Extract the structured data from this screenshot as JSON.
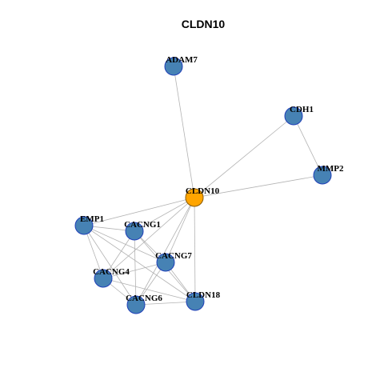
{
  "title": "CLDN10",
  "colors": {
    "hub_fill": "#FFA500",
    "hub_stroke": "#8B5A00",
    "node_fill": "#4682B4",
    "node_stroke": "#1f3fb8",
    "edge": "#b3b3b3",
    "background": "#ffffff"
  },
  "nodes": [
    {
      "id": "ADAM7",
      "label": "ADAM7",
      "hub": false
    },
    {
      "id": "CDH1",
      "label": "CDH1",
      "hub": false
    },
    {
      "id": "MMP2",
      "label": "MMP2",
      "hub": false
    },
    {
      "id": "CLDN10",
      "label": "CLDN10",
      "hub": true
    },
    {
      "id": "EMP1",
      "label": "EMP1",
      "hub": false
    },
    {
      "id": "CACNG1",
      "label": "CACNG1",
      "hub": false
    },
    {
      "id": "CACNG7",
      "label": "CACNG7",
      "hub": false
    },
    {
      "id": "CACNG4",
      "label": "CACNG4",
      "hub": false
    },
    {
      "id": "CLDN18",
      "label": "CLDN18",
      "hub": false
    },
    {
      "id": "CACNG6",
      "label": "CACNG6",
      "hub": false
    }
  ],
  "edges": [
    [
      "ADAM7",
      "CLDN10"
    ],
    [
      "CDH1",
      "CLDN10"
    ],
    [
      "CDH1",
      "MMP2"
    ],
    [
      "MMP2",
      "CLDN10"
    ],
    [
      "CLDN10",
      "EMP1"
    ],
    [
      "CLDN10",
      "CACNG1"
    ],
    [
      "CLDN10",
      "CACNG7"
    ],
    [
      "CLDN10",
      "CACNG4"
    ],
    [
      "CLDN10",
      "CLDN18"
    ],
    [
      "CLDN10",
      "CACNG6"
    ],
    [
      "EMP1",
      "CACNG1"
    ],
    [
      "EMP1",
      "CACNG7"
    ],
    [
      "EMP1",
      "CACNG4"
    ],
    [
      "EMP1",
      "CACNG6"
    ],
    [
      "EMP1",
      "CLDN18"
    ],
    [
      "CACNG1",
      "CACNG7"
    ],
    [
      "CACNG1",
      "CACNG4"
    ],
    [
      "CACNG1",
      "CACNG6"
    ],
    [
      "CACNG1",
      "CLDN18"
    ],
    [
      "CACNG7",
      "CACNG4"
    ],
    [
      "CACNG7",
      "CACNG6"
    ],
    [
      "CACNG7",
      "CLDN18"
    ],
    [
      "CACNG4",
      "CACNG6"
    ],
    [
      "CACNG4",
      "CLDN18"
    ],
    [
      "CACNG6",
      "CLDN18"
    ]
  ]
}
